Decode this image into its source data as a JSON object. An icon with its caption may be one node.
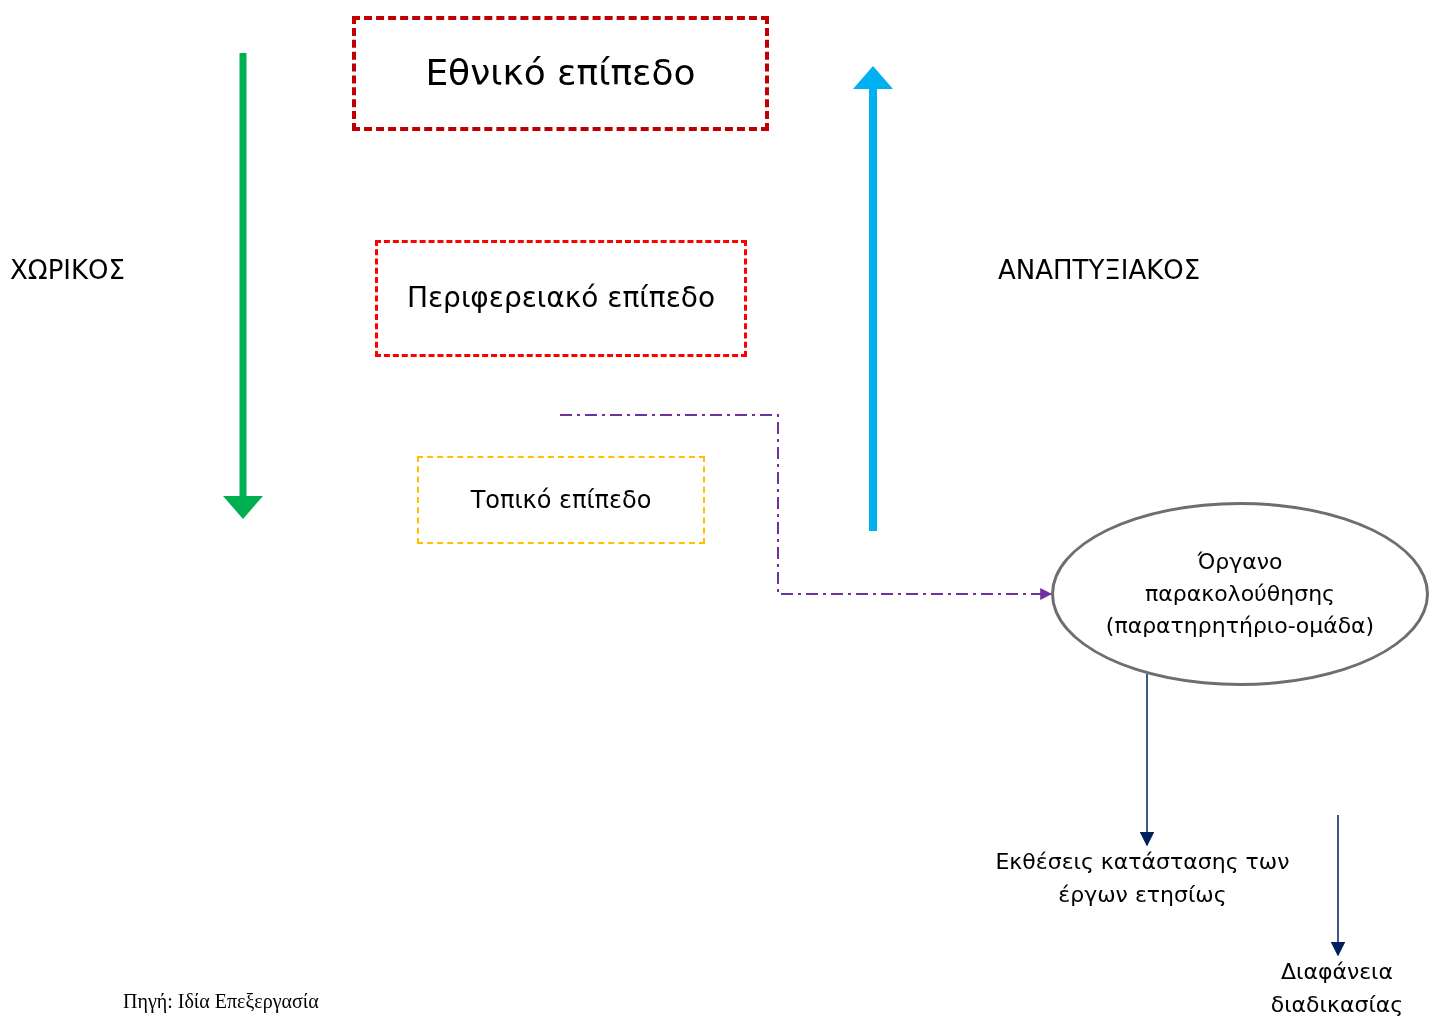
{
  "diagram": {
    "caption": "Πηγή: Ιδία Επεξεργασία",
    "nodes": [
      {
        "text": [
          "Εθνικό επίπεδο"
        ]
      },
      {
        "text": [
          "Περιφερειακό επίπεδο"
        ]
      },
      {
        "text": [
          "Τοπικό επίπεδο"
        ]
      },
      {
        "text": [
          "Όργανο παρακολούθησης (παρατηρητήριο-ομάδα)"
        ]
      },
      {
        "text": [
          "Εκθέσεις κατάστασης των έργων ετησίως"
        ]
      },
      {
        "text": [
          "Διαφάνεια διαδικασίας"
        ]
      }
    ],
    "edges": [
      {
        "from": null,
        "to": 3,
        "arrow": "to",
        "style": "dashed",
        "color": "#7030a0"
      },
      {
        "from": 3,
        "to": 4,
        "arrow": "to"
      },
      {
        "from": null,
        "to": 5,
        "arrow": "to"
      }
    ],
    "labels": [
      "ΧΩΡΙΚΟΣ",
      "ΑΝΑΠΤΥΞΙΑΚΟΣ"
    ]
  }
}
